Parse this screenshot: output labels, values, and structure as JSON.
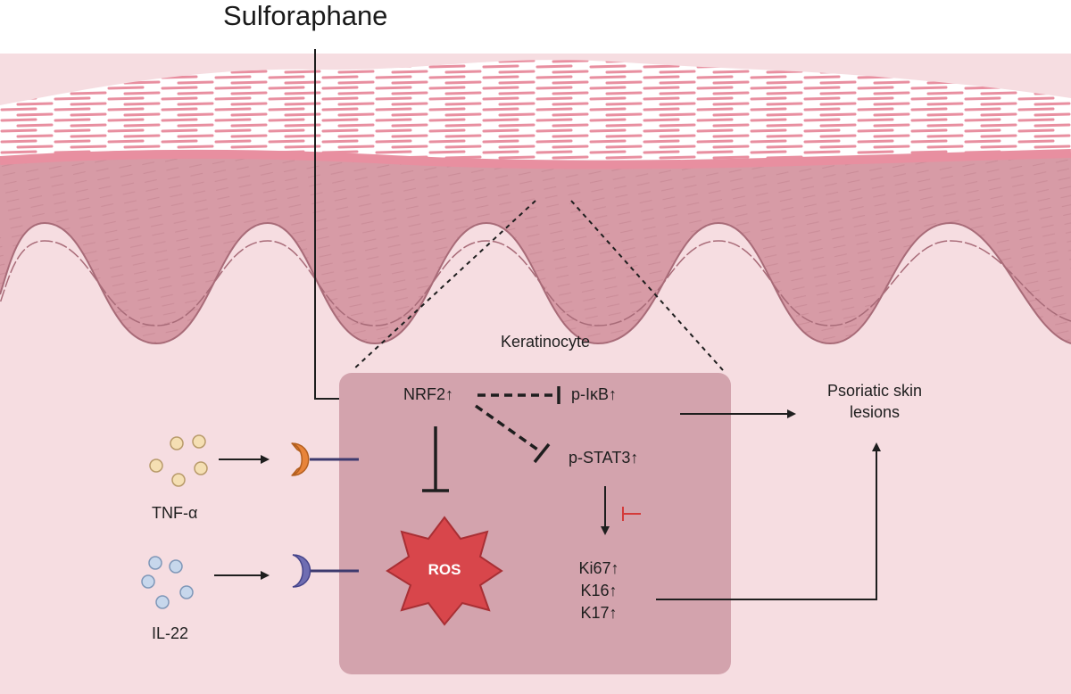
{
  "title": "Sulforaphane",
  "cell_label": "Keratinocyte",
  "nodes": {
    "nrf2": "NRF2↑",
    "pikb": "p-IκB↑",
    "pstat3": "p-STAT3↑",
    "ki67": "Ki67↑",
    "k16": "K16↑",
    "k17": "K17↑",
    "ros": "ROS"
  },
  "outcome": {
    "line1": "Psoriatic skin",
    "line2": "lesions"
  },
  "cytokines": {
    "tnf": "TNF-α",
    "il22": "IL-22"
  },
  "colors": {
    "background": "#f6dde1",
    "keratinocyte_box": "#d3a3ad",
    "epidermis": "#d79ba6",
    "stratum_corneum": "#e88fa0",
    "tnf_particle": "#f5dfb3",
    "tnf_receptor": "#e8843a",
    "il22_particle": "#c7d7ec",
    "il22_receptor": "#6f6db2",
    "ros": "#d8464b",
    "inhibit_red": "#d43a3a"
  }
}
